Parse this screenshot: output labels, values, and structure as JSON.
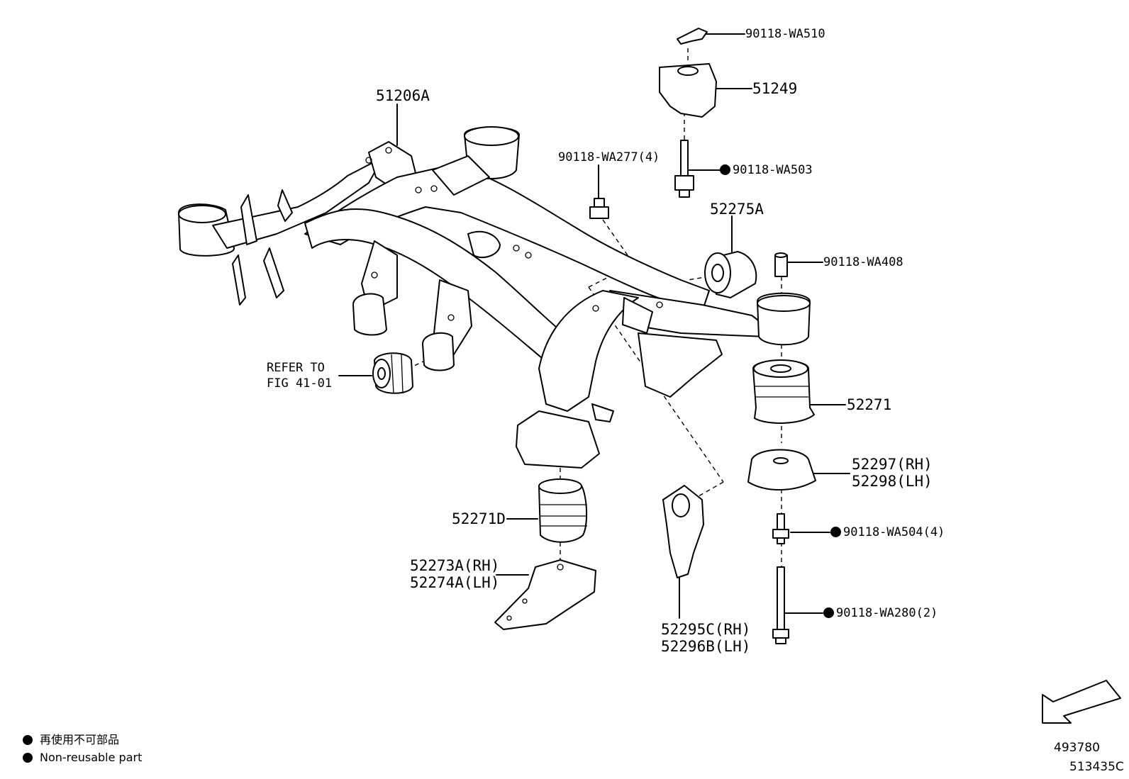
{
  "callouts": {
    "p51206a": "51206A",
    "p90118_wa510": "90118-WA510",
    "p51249": "51249",
    "p90118_wa277": "90118-WA277(4)",
    "p90118_wa503": "90118-WA503",
    "p52275a": "52275A",
    "p90118_wa408": "90118-WA408",
    "p52271": "52271",
    "refer_line1": "REFER TO",
    "refer_line2": "FIG 41-01",
    "p52297": "52297(RH)",
    "p52298": "52298(LH)",
    "p52271d": "52271D",
    "p90118_wa504": "90118-WA504(4)",
    "p52273a": "52273A(RH)",
    "p52274a": "52274A(LH)",
    "p90118_wa280": "90118-WA280(2)",
    "p52295c": "52295C(RH)",
    "p52296b": "52296B(LH)"
  },
  "legend": {
    "japanese": "再使用不可部品",
    "english": "Non-reusable part"
  },
  "refs": {
    "illustration": "493780",
    "figure": "513435C"
  },
  "icons": {
    "non_reusable": "filled-circle-icon",
    "direction": "front-direction-arrow-icon"
  }
}
